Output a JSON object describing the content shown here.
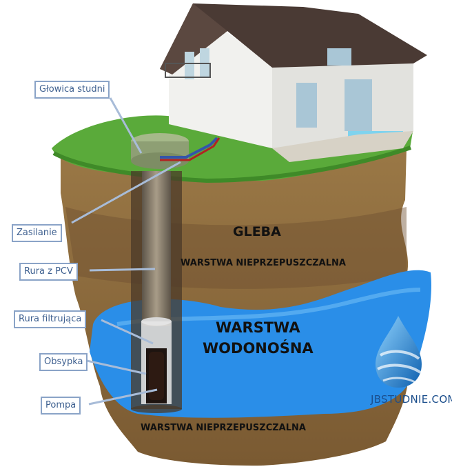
{
  "callouts": {
    "wellhead": "Głowica studni",
    "power": "Zasilanie",
    "pvc_pipe": "Rura z PCV",
    "filter_pipe": "Rura filtrująca",
    "gravel": "Obsypka",
    "pump": "Pompa"
  },
  "layers": {
    "soil": "GLEBA",
    "impermeable_top": "WARSTWA NIEPRZEPUSZCZALNA",
    "aquifer_line1": "WARSTWA",
    "aquifer_line2": "WODONOŚNA",
    "impermeable_bottom": "WARSTWA NIEPRZEPUSZCZALNA"
  },
  "brand": {
    "name": "JBSTUDNIE.COM"
  },
  "colors": {
    "callout_border": "#8aa3c7",
    "callout_text": "#3d5f8f",
    "grass": "#5aaa3a",
    "soil": "#8b6a3e",
    "water": "#2a8ee8",
    "brand": "#1b4e8c"
  }
}
